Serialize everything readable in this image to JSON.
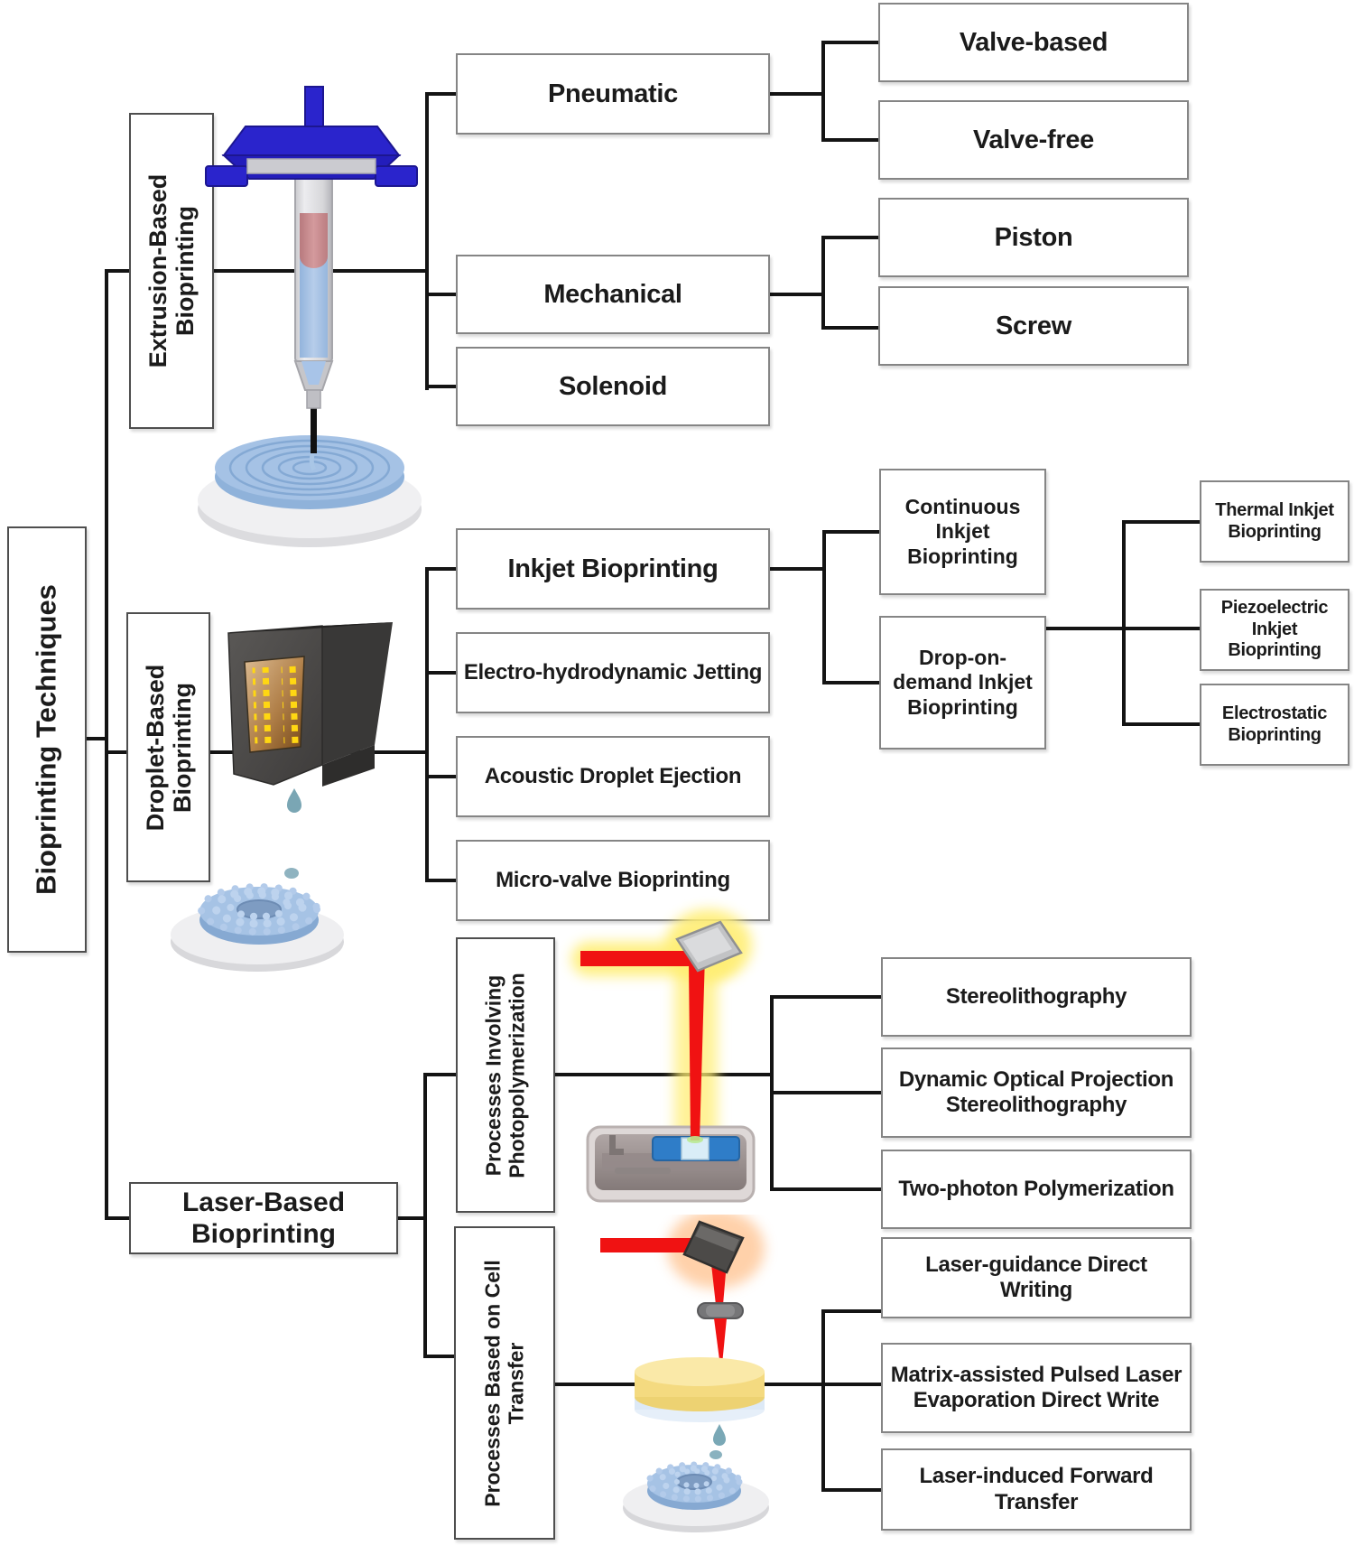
{
  "figure_type": "hierarchy-diagram",
  "tree": {
    "label": "Bioprinting Techniques",
    "children": [
      {
        "label": "Extrusion-Based Bioprinting",
        "children": [
          {
            "label": "Pneumatic",
            "children": [
              {
                "label": "Valve-based"
              },
              {
                "label": "Valve-free"
              }
            ]
          },
          {
            "label": "Mechanical",
            "children": [
              {
                "label": "Piston"
              },
              {
                "label": "Screw"
              }
            ]
          },
          {
            "label": "Solenoid"
          }
        ]
      },
      {
        "label": "Droplet-Based Bioprinting",
        "children": [
          {
            "label": "Inkjet Bioprinting",
            "children": [
              {
                "label": "Continuous Inkjet Bioprinting"
              },
              {
                "label": "Drop-on-demand Inkjet Bioprinting",
                "children": [
                  {
                    "label": "Thermal Inkjet Bioprinting"
                  },
                  {
                    "label": "Piezoelectric Inkjet Bioprinting"
                  },
                  {
                    "label": "Electrostatic Bioprinting"
                  }
                ]
              }
            ]
          },
          {
            "label": "Electro-hydrodynamic Jetting"
          },
          {
            "label": "Acoustic Droplet Ejection"
          },
          {
            "label": "Micro-valve Bioprinting"
          }
        ]
      },
      {
        "label": "Laser-Based Bioprinting",
        "children": [
          {
            "label": "Processes Involving Photopolymerization",
            "children": [
              {
                "label": "Stereolithography"
              },
              {
                "label": "Dynamic Optical Projection Stereolithography"
              },
              {
                "label": "Two-photon Polymerization"
              }
            ]
          },
          {
            "label": "Processes Based on Cell Transfer",
            "children": [
              {
                "label": "Laser-guidance Direct Writing"
              },
              {
                "label": "Matrix-assisted Pulsed Laser Evaporation Direct Write"
              },
              {
                "label": "Laser-induced Forward Transfer"
              }
            ]
          }
        ]
      }
    ]
  },
  "illustrations": [
    "extrusion-syringe-and-printed-coil",
    "droplet-inkjet-printhead-and-scaffold-ring",
    "laser-photopolymerization-vat-setup",
    "laser-cell-transfer-setup"
  ],
  "colors": {
    "connector": "#141414",
    "box_border": "#858585",
    "text": "#1b1b1b",
    "syringe_cap_blue": "#2a24cc",
    "bioink_pink": "#c9898d",
    "bioink_blue": "#a8c4e8",
    "printhead_gray": "#4d4b4a",
    "printhead_window_amber": "#8a5a2a",
    "nozzle_dots_yellow": "#ffd712",
    "laser_red": "#f01212",
    "laser_glow_yellow": "#ffee75",
    "mirror_glow_peach": "#ffcfa6",
    "vat_taupe": "#9b918f",
    "platform_blue": "#2f7dc8",
    "donor_disk_yellow": "#f4da80",
    "scaffold_blue": "#a6c3e5",
    "droplet_teal": "#7aa8b6"
  }
}
